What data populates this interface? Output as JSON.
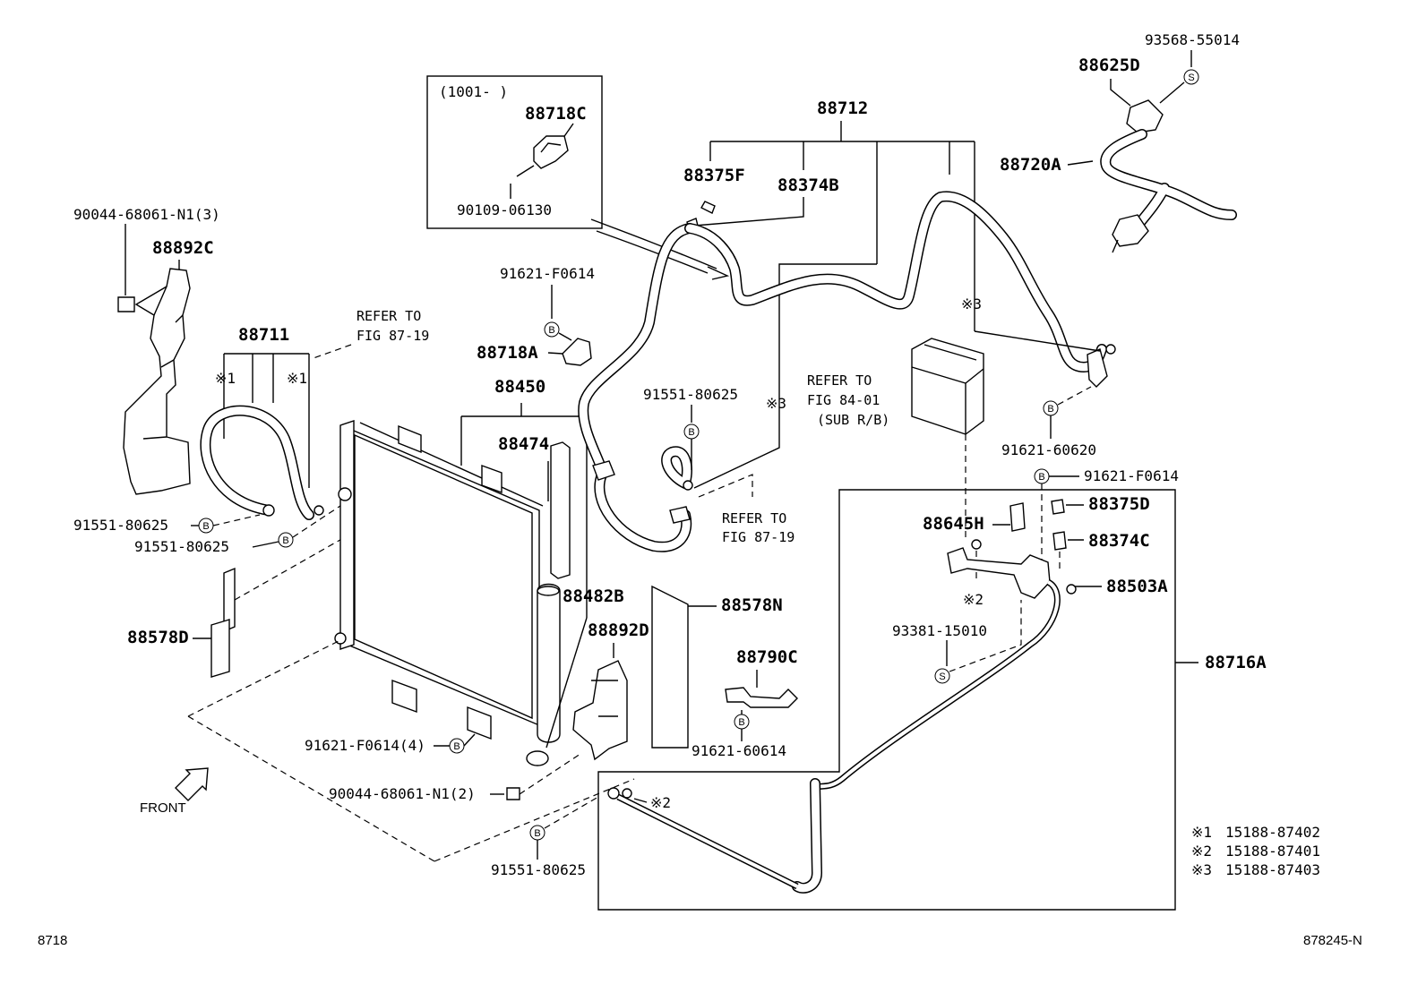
{
  "labels": {
    "p90044_top": "90044-68061-N1(3)",
    "p88892C": "88892C",
    "p88711": "88711",
    "kome1_a": "※1",
    "kome1_b": "※1",
    "refer_87_19_a_line1": "REFER TO",
    "refer_87_19_a_line2": "FIG 87-19",
    "p91551_a": "91551-80625",
    "p91551_b": "91551-80625",
    "p88578D": "88578D",
    "inset_date": "(1001-    )",
    "p88718C": "88718C",
    "p90109": "90109-06130",
    "p91621_F0614_a": "91621-F0614",
    "p88718A": "88718A",
    "p88450": "88450",
    "p88474": "88474",
    "p88482B": "88482B",
    "p88892D": "88892D",
    "p91621_F0614_4": "91621-F0614(4)",
    "p90044_bottom": "90044-68061-N1(2)",
    "front": "FRONT",
    "p91551_c": "91551-80625",
    "p88712": "88712",
    "p88375F": "88375F",
    "p88374B": "88374B",
    "p91551_d": "91551-80625",
    "kome3_a": "※3",
    "refer_87_19_b_line1": "REFER TO",
    "refer_87_19_b_line2": "FIG 87-19",
    "p88578N": "88578N",
    "p88790C": "88790C",
    "p91621_60614": "91621-60614",
    "refer_84_01_line1": "REFER TO",
    "refer_84_01_line2": "FIG 84-01",
    "refer_84_01_line3": "(SUB R/B)",
    "kome3_b": "※3",
    "p93568": "93568-55014",
    "p88625D": "88625D",
    "p88720A": "88720A",
    "p91621_60620": "91621-60620",
    "p91621_F0614_b": "91621-F0614",
    "p88375D": "88375D",
    "p88645H": "88645H",
    "p88374C": "88374C",
    "kome2_a": "※2",
    "p88503A": "88503A",
    "p93381": "93381-15010",
    "p88716A": "88716A",
    "kome2_b": "※2"
  },
  "symbols": {
    "bolt": "B",
    "screw": "S"
  },
  "legend": [
    {
      "mark": "※1",
      "part": "15188-87402"
    },
    {
      "mark": "※2",
      "part": "15188-87401"
    },
    {
      "mark": "※3",
      "part": "15188-87403"
    }
  ],
  "footer": {
    "left": "8718",
    "right": "878245-N"
  }
}
